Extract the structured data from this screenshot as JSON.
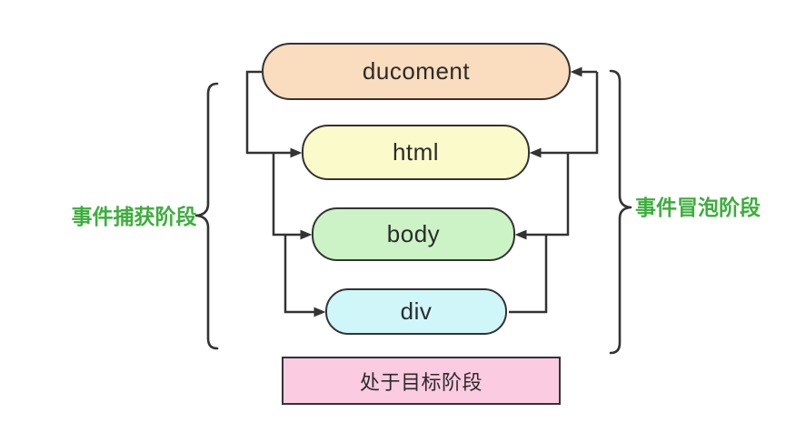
{
  "diagram": {
    "description": "DOM event flow diagram with capture and bubble phases",
    "nodes": [
      {
        "id": "ducoment",
        "label": "ducoment",
        "fill": "#fadcbe"
      },
      {
        "id": "html",
        "label": "html",
        "fill": "#fbfaca"
      },
      {
        "id": "body",
        "label": "body",
        "fill": "#cbf3c5"
      },
      {
        "id": "div",
        "label": "div",
        "fill": "#cff6f9"
      }
    ],
    "target_box": {
      "label": "处于目标阶段",
      "fill": "#fbcbe2"
    },
    "phase_labels": {
      "capture": {
        "text": "事件捕获阶段",
        "color": "#3bae3b",
        "side": "left"
      },
      "bubble": {
        "text": "事件冒泡阶段",
        "color": "#3bae3b",
        "side": "right"
      }
    },
    "flow": {
      "capture_order": [
        "ducoment",
        "html",
        "body",
        "div"
      ],
      "bubble_order": [
        "div",
        "body",
        "html",
        "ducoment"
      ]
    },
    "stroke_color": "#333333",
    "text_color": "#2b2b2b",
    "background": "#ffffff"
  }
}
